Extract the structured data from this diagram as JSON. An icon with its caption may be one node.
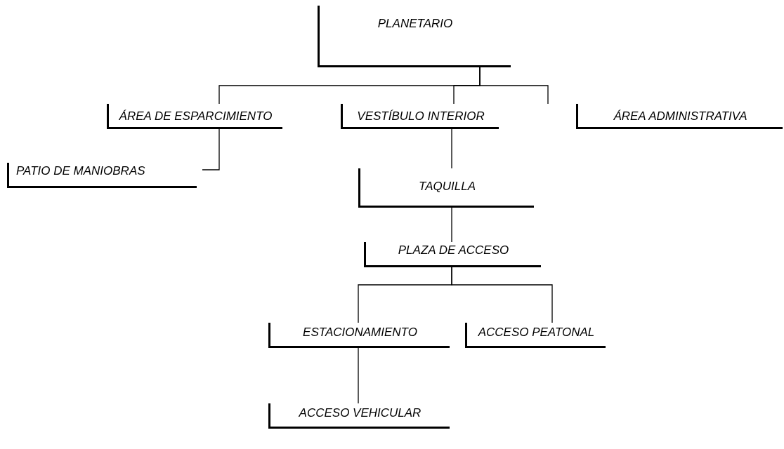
{
  "diagram": {
    "nodes": [
      {
        "text": [
          "PLANETARIO"
        ]
      },
      {
        "text": [
          "ÁREA DE ESPARCIMIENTO"
        ]
      },
      {
        "text": [
          "VESTÍBULO INTERIOR"
        ]
      },
      {
        "text": [
          "ÁREA ADMINISTRATIVA"
        ]
      },
      {
        "text": [
          "PATIO DE MANIOBRAS"
        ]
      },
      {
        "text": [
          "TAQUILLA"
        ]
      },
      {
        "text": [
          "PLAZA DE ACCESO"
        ]
      },
      {
        "text": [
          "ESTACIONAMIENTO"
        ]
      },
      {
        "text": [
          "ACCESO PEATONAL"
        ]
      },
      {
        "text": [
          "ACCESO VEHICULAR"
        ]
      }
    ],
    "edges": [
      {
        "from": 0,
        "to": 1,
        "arrow": "none"
      },
      {
        "from": 0,
        "to": 2,
        "arrow": "none"
      },
      {
        "from": 0,
        "to": 3,
        "arrow": "none"
      },
      {
        "from": 1,
        "to": 4,
        "arrow": "none"
      },
      {
        "from": 2,
        "to": 5,
        "arrow": "none"
      },
      {
        "from": 5,
        "to": 6,
        "arrow": "none"
      },
      {
        "from": 6,
        "to": 7,
        "arrow": "none"
      },
      {
        "from": 6,
        "to": 8,
        "arrow": "none"
      },
      {
        "from": 7,
        "to": 9,
        "arrow": "none"
      }
    ]
  }
}
